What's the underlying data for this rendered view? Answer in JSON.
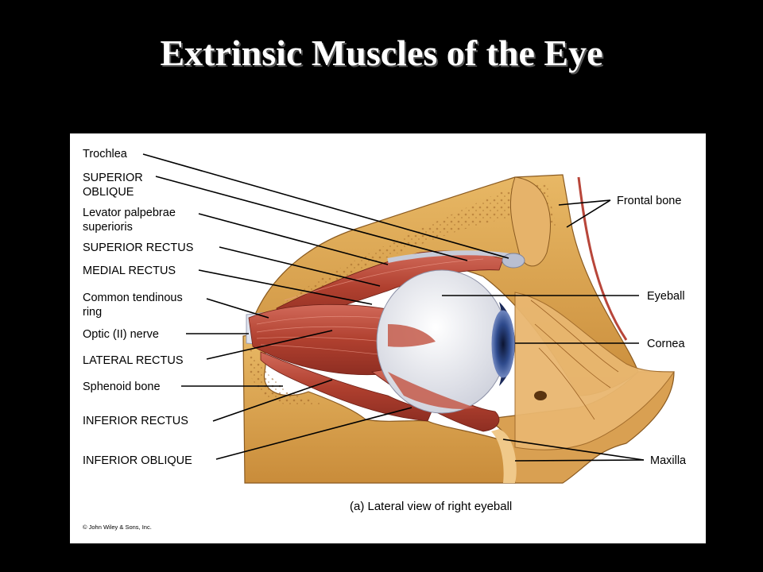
{
  "title": "Extrinsic Muscles of the Eye",
  "labels_left": [
    {
      "name": "trochlea",
      "lines": [
        "Trochlea"
      ]
    },
    {
      "name": "superior-oblique",
      "lines": [
        "SUPERIOR",
        "OBLIQUE"
      ]
    },
    {
      "name": "levator-palpebrae",
      "lines": [
        "Levator palpebrae",
        "superioris"
      ]
    },
    {
      "name": "superior-rectus",
      "lines": [
        "SUPERIOR RECTUS"
      ]
    },
    {
      "name": "medial-rectus",
      "lines": [
        "MEDIAL RECTUS"
      ]
    },
    {
      "name": "common-tendinous-ring",
      "lines": [
        "Common tendinous",
        "ring"
      ]
    },
    {
      "name": "optic-nerve",
      "lines": [
        "Optic (II) nerve"
      ]
    },
    {
      "name": "lateral-rectus",
      "lines": [
        "LATERAL RECTUS"
      ]
    },
    {
      "name": "sphenoid-bone",
      "lines": [
        "Sphenoid bone"
      ]
    },
    {
      "name": "inferior-rectus",
      "lines": [
        "INFERIOR RECTUS"
      ]
    },
    {
      "name": "inferior-oblique",
      "lines": [
        "INFERIOR OBLIQUE"
      ]
    }
  ],
  "labels_right": [
    {
      "name": "frontal-bone",
      "lines": [
        "Frontal bone"
      ]
    },
    {
      "name": "eyeball",
      "lines": [
        "Eyeball"
      ]
    },
    {
      "name": "cornea",
      "lines": [
        "Cornea"
      ]
    },
    {
      "name": "maxilla",
      "lines": [
        "Maxilla"
      ]
    }
  ],
  "caption": "(a) Lateral view of right eyeball",
  "copyright": "© John Wiley & Sons, Inc.",
  "colors": {
    "bone": "#dca24e",
    "muscle": "#b8463a",
    "eyeball": "#f0f0f4",
    "cornea": "#3b4d8c"
  }
}
